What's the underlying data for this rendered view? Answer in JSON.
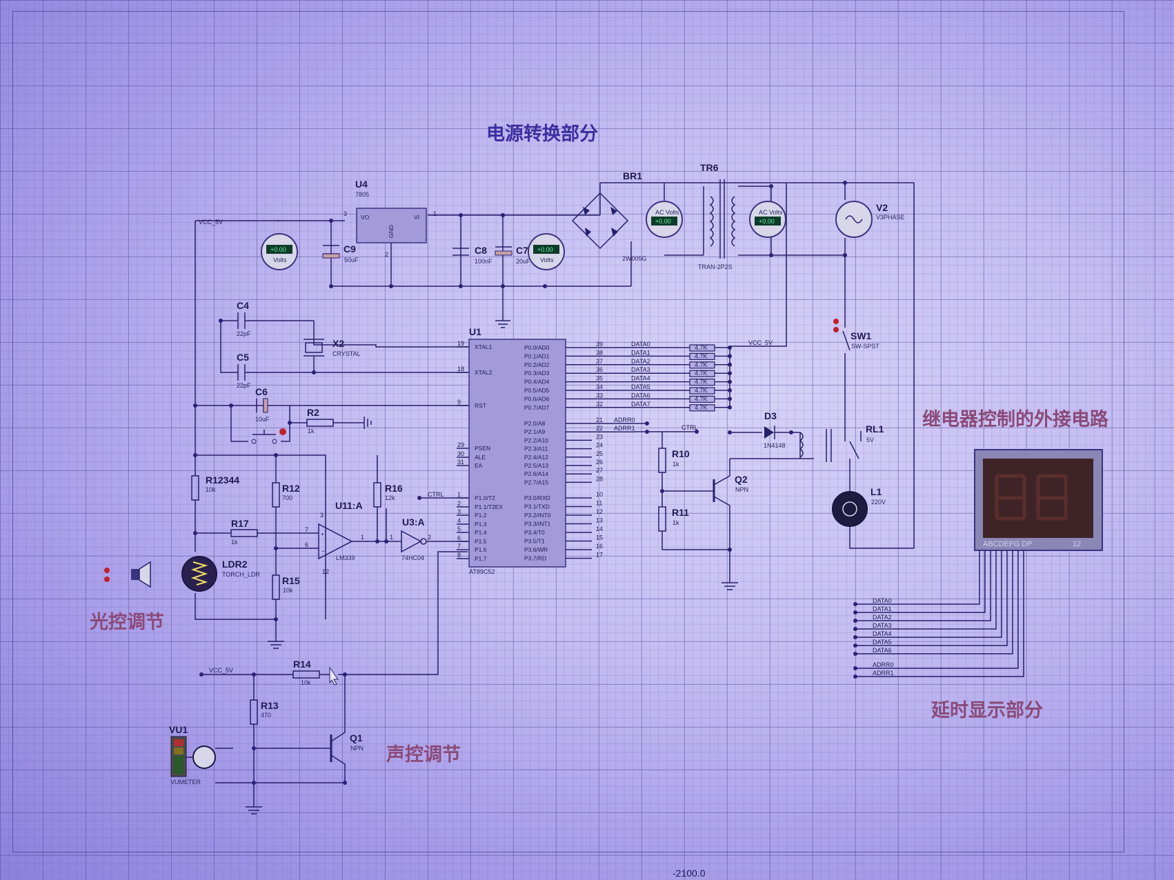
{
  "sections": {
    "power": "电源转换部分",
    "relay": "继电器控制的外接电路",
    "display": "延时显示部分",
    "light": "光控调节",
    "sound": "声控调节"
  },
  "status": {
    "coord": "-2100.0"
  },
  "power_labels": {
    "vcc_5v": "VCC_5V",
    "u4": "U4",
    "u4_val": "7805",
    "u4_vo": "VO",
    "u4_vi": "VI",
    "u4_gnd": "GND",
    "u4_pin3": "3",
    "u4_pin2": "2",
    "u4_pin1": "1",
    "c9": "C9",
    "c9_val": "50uF",
    "c8": "C8",
    "c8_val": "100nF",
    "c7": "C7",
    "c7_val": "20uF",
    "br1": "BR1",
    "br1_val": "2W005G",
    "tr6": "TR6",
    "tr6_val": "TRAN-2P2S",
    "v2": "V2",
    "v2_val": "V3PHASE",
    "volts": "Volts",
    "ac_volts": "AC Volts",
    "meter_reading": "+0.00"
  },
  "mcu": {
    "ref": "U1",
    "part": "AT89C52",
    "left_pins": [
      {
        "num": "19",
        "name": "XTAL1"
      },
      {
        "num": "18",
        "name": "XTAL2"
      },
      {
        "num": "9",
        "name": "RST"
      },
      {
        "num": "29",
        "name": "PSEN"
      },
      {
        "num": "30",
        "name": "ALE"
      },
      {
        "num": "31",
        "name": "EA"
      },
      {
        "num": "1",
        "name": "P1.0/T2"
      },
      {
        "num": "2",
        "name": "P1.1/T2EX"
      },
      {
        "num": "3",
        "name": "P1.2"
      },
      {
        "num": "4",
        "name": "P1.3"
      },
      {
        "num": "5",
        "name": "P1.4"
      },
      {
        "num": "6",
        "name": "P1.5"
      },
      {
        "num": "7",
        "name": "P1.6"
      },
      {
        "num": "8",
        "name": "P1.7"
      }
    ],
    "right_pins": [
      {
        "num": "39",
        "name": "P0.0/AD0",
        "net": "DATA0"
      },
      {
        "num": "38",
        "name": "P0.1/AD1",
        "net": "DATA1"
      },
      {
        "num": "37",
        "name": "P0.2/AD2",
        "net": "DATA2"
      },
      {
        "num": "36",
        "name": "P0.3/AD3",
        "net": "DATA3"
      },
      {
        "num": "35",
        "name": "P0.4/AD4",
        "net": "DATA4"
      },
      {
        "num": "34",
        "name": "P0.5/AD5",
        "net": "DATA5"
      },
      {
        "num": "33",
        "name": "P0.6/AD6",
        "net": "DATA6"
      },
      {
        "num": "32",
        "name": "P0.7/AD7",
        "net": "DATA7"
      },
      {
        "num": "21",
        "name": "P2.0/A8",
        "net": "ADRR0"
      },
      {
        "num": "22",
        "name": "P2.1/A9",
        "net": "ADRR1"
      },
      {
        "num": "23",
        "name": "P2.2/A10",
        "net": ""
      },
      {
        "num": "24",
        "name": "P2.3/A11",
        "net": ""
      },
      {
        "num": "25",
        "name": "P2.4/A12",
        "net": ""
      },
      {
        "num": "26",
        "name": "P2.5/A13",
        "net": ""
      },
      {
        "num": "27",
        "name": "P2.6/A14",
        "net": ""
      },
      {
        "num": "28",
        "name": "P2.7/A15",
        "net": ""
      },
      {
        "num": "10",
        "name": "P3.0/RXD",
        "net": ""
      },
      {
        "num": "11",
        "name": "P3.1/TXD",
        "net": ""
      },
      {
        "num": "12",
        "name": "P3.2/INT0",
        "net": ""
      },
      {
        "num": "13",
        "name": "P3.3/INT1",
        "net": ""
      },
      {
        "num": "14",
        "name": "P3.4/T0",
        "net": ""
      },
      {
        "num": "15",
        "name": "P3.5/T1",
        "net": ""
      },
      {
        "num": "16",
        "name": "P3.6/WR",
        "net": ""
      },
      {
        "num": "17",
        "name": "P3.7/RD",
        "net": ""
      }
    ]
  },
  "resistor_array": {
    "value": "4.7K",
    "net": "VCC_5V"
  },
  "clock_labels": {
    "c4": "C4",
    "c4_val": "22pF",
    "c5": "C5",
    "c5_val": "22pF",
    "x2": "X2",
    "x2_val": "CRYSTAL",
    "c6": "C6",
    "c6_val": "10uF",
    "r2": "R2",
    "r2_val": "1k"
  },
  "light_labels": {
    "r12344": "R12344",
    "r12344_val": "10k",
    "r12": "R12",
    "r12_val": "700",
    "r16": "R16",
    "r16_val": "12k",
    "r17": "R17",
    "r17_val": "1k",
    "r15": "R15",
    "r15_val": "10k",
    "u11": "U11:A",
    "u11_val": "LM339",
    "u3": "U3:A",
    "u3_val": "74HC04",
    "ldr": "LDR2",
    "ldr_val": "TORCH_LDR",
    "ctrl": "CTRL",
    "op_pin3": "3",
    "op_pin7": "7",
    "op_pin6": "6",
    "op_pin12": "12",
    "op_pin1": "1",
    "inv_pin1": "1",
    "inv_pin2": "2"
  },
  "sound_labels": {
    "vcc_5v": "VCC_5V",
    "r14": "R14",
    "r14_val": "10k",
    "r13": "R13",
    "r13_val": "470",
    "q1": "Q1",
    "q1_val": "NPN",
    "vu1": "VU1",
    "vu1_val": "VUMETER"
  },
  "relay_labels": {
    "ctrl": "CTRL",
    "vcc_5v": "VCC_5V",
    "r10": "R10",
    "r10_val": "1k",
    "r11": "R11",
    "r11_val": "1k",
    "q2": "Q2",
    "q2_val": "NPN",
    "d3": "D3",
    "d3_val": "1N4148",
    "rl1": "RL1",
    "rl1_val": "5V",
    "sw1": "SW1",
    "sw1_val": "SW-SPST",
    "l1": "L1",
    "l1_val": "220V"
  },
  "display_labels": {
    "segments": "ABCDEFG  DP",
    "digits": "12",
    "nets": [
      "DATA0",
      "DATA1",
      "DATA2",
      "DATA3",
      "DATA4",
      "DATA5",
      "DATA6",
      "ADRR0",
      "ADRR1"
    ]
  }
}
